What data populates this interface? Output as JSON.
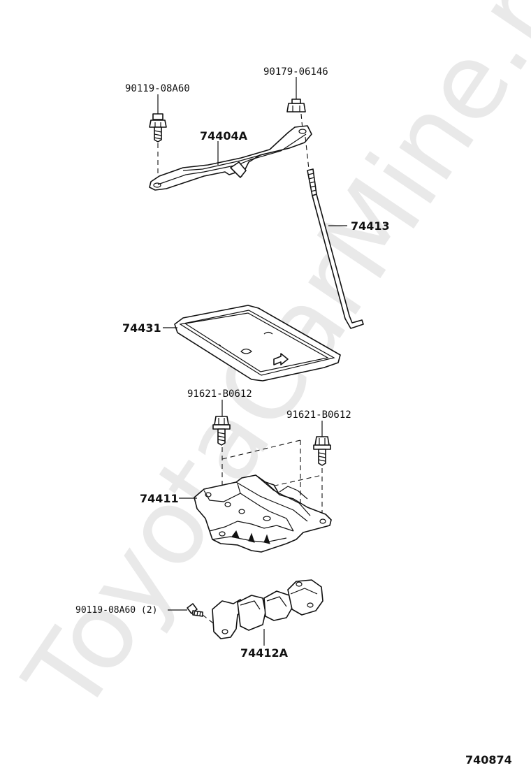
{
  "watermark": "ToyotaCarMine.ru",
  "diagram_code": "740874",
  "parts": {
    "bolt_top_left": "90119-08A60",
    "nut_top_right": "90179-06146",
    "clamp": "74404A",
    "rod": "74413",
    "tray": "74431",
    "bolt_mid_left": "91621-B0612",
    "bolt_mid_right": "91621-B0612",
    "carrier": "74411",
    "bolt_bottom": "90119-08A60 (2)",
    "bracket": "74412A"
  }
}
